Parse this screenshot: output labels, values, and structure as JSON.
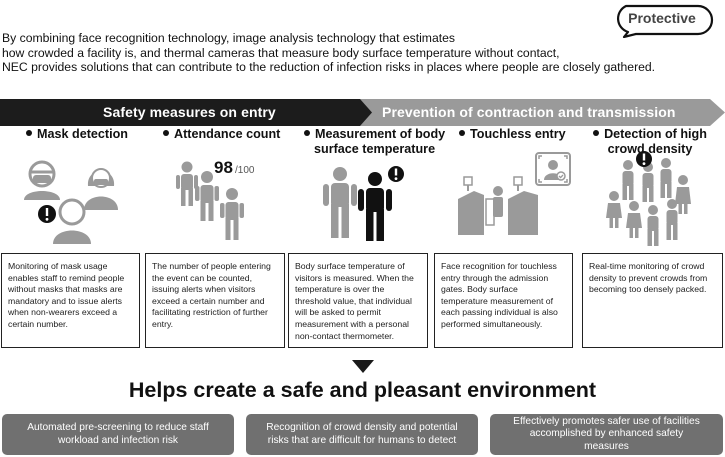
{
  "badge": {
    "label": "Protective"
  },
  "intro": {
    "lines": [
      "By combining face recognition technology, image analysis technology that estimates",
      "how crowded a facility is, and thermal cameras that measure body surface temperature without contact,",
      "NEC provides solutions that can contribute to the reduction of infection risks in places where people are closely gathered."
    ]
  },
  "banners": {
    "left": "Safety measures on entry",
    "right": "Prevention of contraction and transmission"
  },
  "colors": {
    "banner_dark": "#1c1c1c",
    "banner_grey": "#9a9a9a",
    "figure_grey": "#9a9a9a",
    "result_box": "#707070"
  },
  "measures": [
    {
      "heading": [
        "Mask detection"
      ],
      "icon": "masked-people-icon",
      "text": "Monitoring of mask usage enables staff to remind people without masks that masks are mandatory and to issue alerts when non-wearers exceed a certain number."
    },
    {
      "heading": [
        "Attendance count"
      ],
      "icon": "people-count-icon",
      "count": "98",
      "count_total": "/100",
      "text": "The number of people entering the event can be counted, issuing alerts when visitors exceed a certain number and facilitating restriction of further entry."
    },
    {
      "heading": [
        "Measurement of body",
        "surface temperature"
      ],
      "icon": "temperature-alert-icon",
      "text": "Body surface temperature of visitors is measured. When the temperature is over the threshold value, that individual will be asked to permit measurement with a personal non-contact thermometer."
    },
    {
      "heading": [
        "Touchless entry"
      ],
      "icon": "admission-gate-icon",
      "text": "Face recognition for touchless entry through the admission gates. Body surface temperature measurement of each passing individual is also performed simultaneously."
    },
    {
      "heading": [
        "Detection of high",
        "crowd density"
      ],
      "icon": "crowd-icon",
      "text": "Real-time monitoring of crowd density to prevent crowds from becoming too densely packed."
    }
  ],
  "conclusion": "Helps create a safe and pleasant environment",
  "results": [
    {
      "lines": [
        "Automated pre-screening to reduce staff",
        "workload and infection risk"
      ]
    },
    {
      "lines": [
        "Recognition of crowd density and potential",
        "risks that are difficult for humans to detect"
      ]
    },
    {
      "lines": [
        "Effectively promotes safer use of facilities",
        "accomplished by enhanced safety",
        "measures"
      ]
    }
  ]
}
